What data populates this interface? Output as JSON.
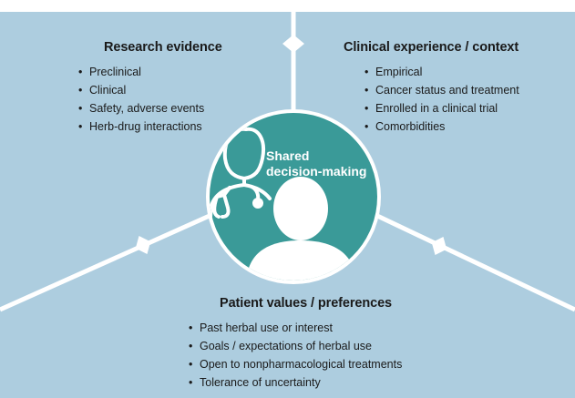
{
  "colors": {
    "panel_fill": "#adcddf",
    "center_fill": "#3a9a98",
    "divider": "#ffffff",
    "text": "#1a1a1a"
  },
  "icons": [
    "clinician-icon",
    "stethoscope-icon",
    "patient-icon",
    "diamond-connector-icon"
  ],
  "center": {
    "line1": "Shared",
    "line2": "decision-making"
  },
  "research": {
    "title": "Research evidence",
    "items": [
      "Preclinical",
      "Clinical",
      "Safety, adverse events",
      "Herb-drug interactions"
    ]
  },
  "clinical": {
    "title": "Clinical experience / context",
    "items": [
      "Empirical",
      "Cancer status and treatment",
      "Enrolled in a clinical trial",
      "Comorbidities"
    ]
  },
  "patient": {
    "title": "Patient values / preferences",
    "items": [
      "Past herbal use or interest",
      "Goals / expectations of herbal use",
      "Open to nonpharmacological treatments",
      "Tolerance of uncertainty"
    ]
  }
}
